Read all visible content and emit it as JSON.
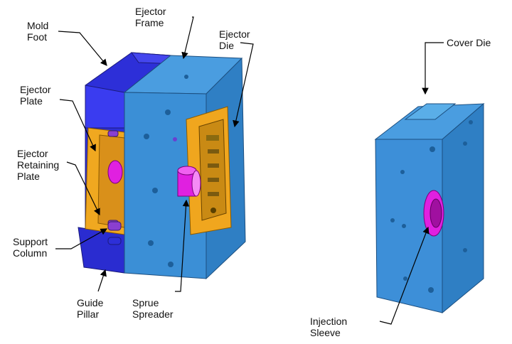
{
  "colors": {
    "mold_foot": "#2d2fd8",
    "ejector_frame": "#3b8fd6",
    "ejector_plate": "#f0a820",
    "retaining_plate": "#e8b34a",
    "ejector_die": "#f0a61e",
    "sprue": "#e020e0",
    "cover_die": "#3d8fd8",
    "leader": "#000000"
  },
  "labels": {
    "mold_foot": [
      "Mold",
      "Foot"
    ],
    "ejector_frame": [
      "Ejector",
      "Frame"
    ],
    "ejector_die": [
      "Ejector",
      "Die"
    ],
    "ejector_plate": [
      "Ejector",
      "Plate"
    ],
    "ejector_retaining_plate": [
      "Ejector",
      "Retaining",
      "Plate"
    ],
    "support_column": [
      "Support",
      "Column"
    ],
    "guide_pillar": [
      "Guide",
      "Pillar"
    ],
    "sprue_spreader": [
      "Sprue",
      "Spreader"
    ],
    "cover_die": [
      "Cover Die"
    ],
    "injection_sleeve": [
      "Injection",
      "Sleeve"
    ]
  }
}
